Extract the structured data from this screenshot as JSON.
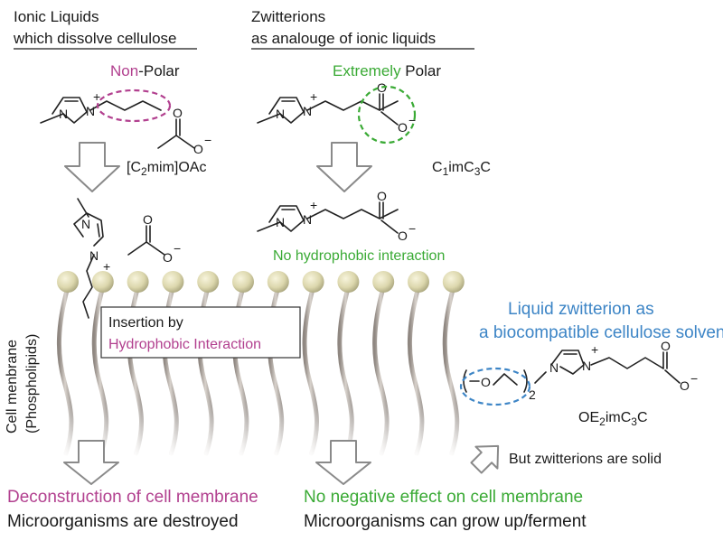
{
  "colors": {
    "magenta": "#b2408f",
    "green": "#3aaa35",
    "blue": "#3d85c6",
    "dark": "#1a1a1a",
    "arrow_gray": "#8a8a8a",
    "head_light": "#f0eccc",
    "head_dark": "#b6b28a",
    "tail": "#b5aea8"
  },
  "left_header": {
    "line1": "Ionic Liquids",
    "line2": "which dissolve cellulose"
  },
  "right_header": {
    "line1": "Zwitterions",
    "line2": "as analouge of ionic liquids"
  },
  "nonpolar": {
    "highlight": "Non",
    "rest": "-Polar"
  },
  "extremely_polar": {
    "highlight": "Extremely",
    "rest": " Polar"
  },
  "compound_il": {
    "p1": "[C",
    "sub": "2",
    "p2": "mim]OAc"
  },
  "compound_zw": {
    "p1": "C",
    "sub1": "1",
    "p2": "imC",
    "sub2": "3",
    "p3": "C"
  },
  "compound_oe": {
    "p1": "OE",
    "sub1": "2",
    "p2": "imC",
    "sub2": "3",
    "p3": "C"
  },
  "no_hydrophobic": "No hydrophobic interaction",
  "insertion_box": {
    "line1": "Insertion by",
    "line2": "Hydrophobic Interaction"
  },
  "membrane_label": {
    "line1": "Cell menbrane",
    "line2": "(Phospholipids)"
  },
  "liquid_zw": {
    "line1": "Liquid zwitterion as",
    "line2": "a biocompatible cellulose solvent"
  },
  "but_solid": "But zwitterions are solid",
  "deconstruction": "Deconstruction of cell membrane",
  "destroyed": "Microorganisms are destroyed",
  "no_negative": "No negative effect on cell membrane",
  "grow": "Microorganisms can grow up/ferment",
  "chem": {
    "plus": "+",
    "minus": "−",
    "N": "N",
    "O": "O",
    "two": "2"
  },
  "phospholipid_count": 12
}
